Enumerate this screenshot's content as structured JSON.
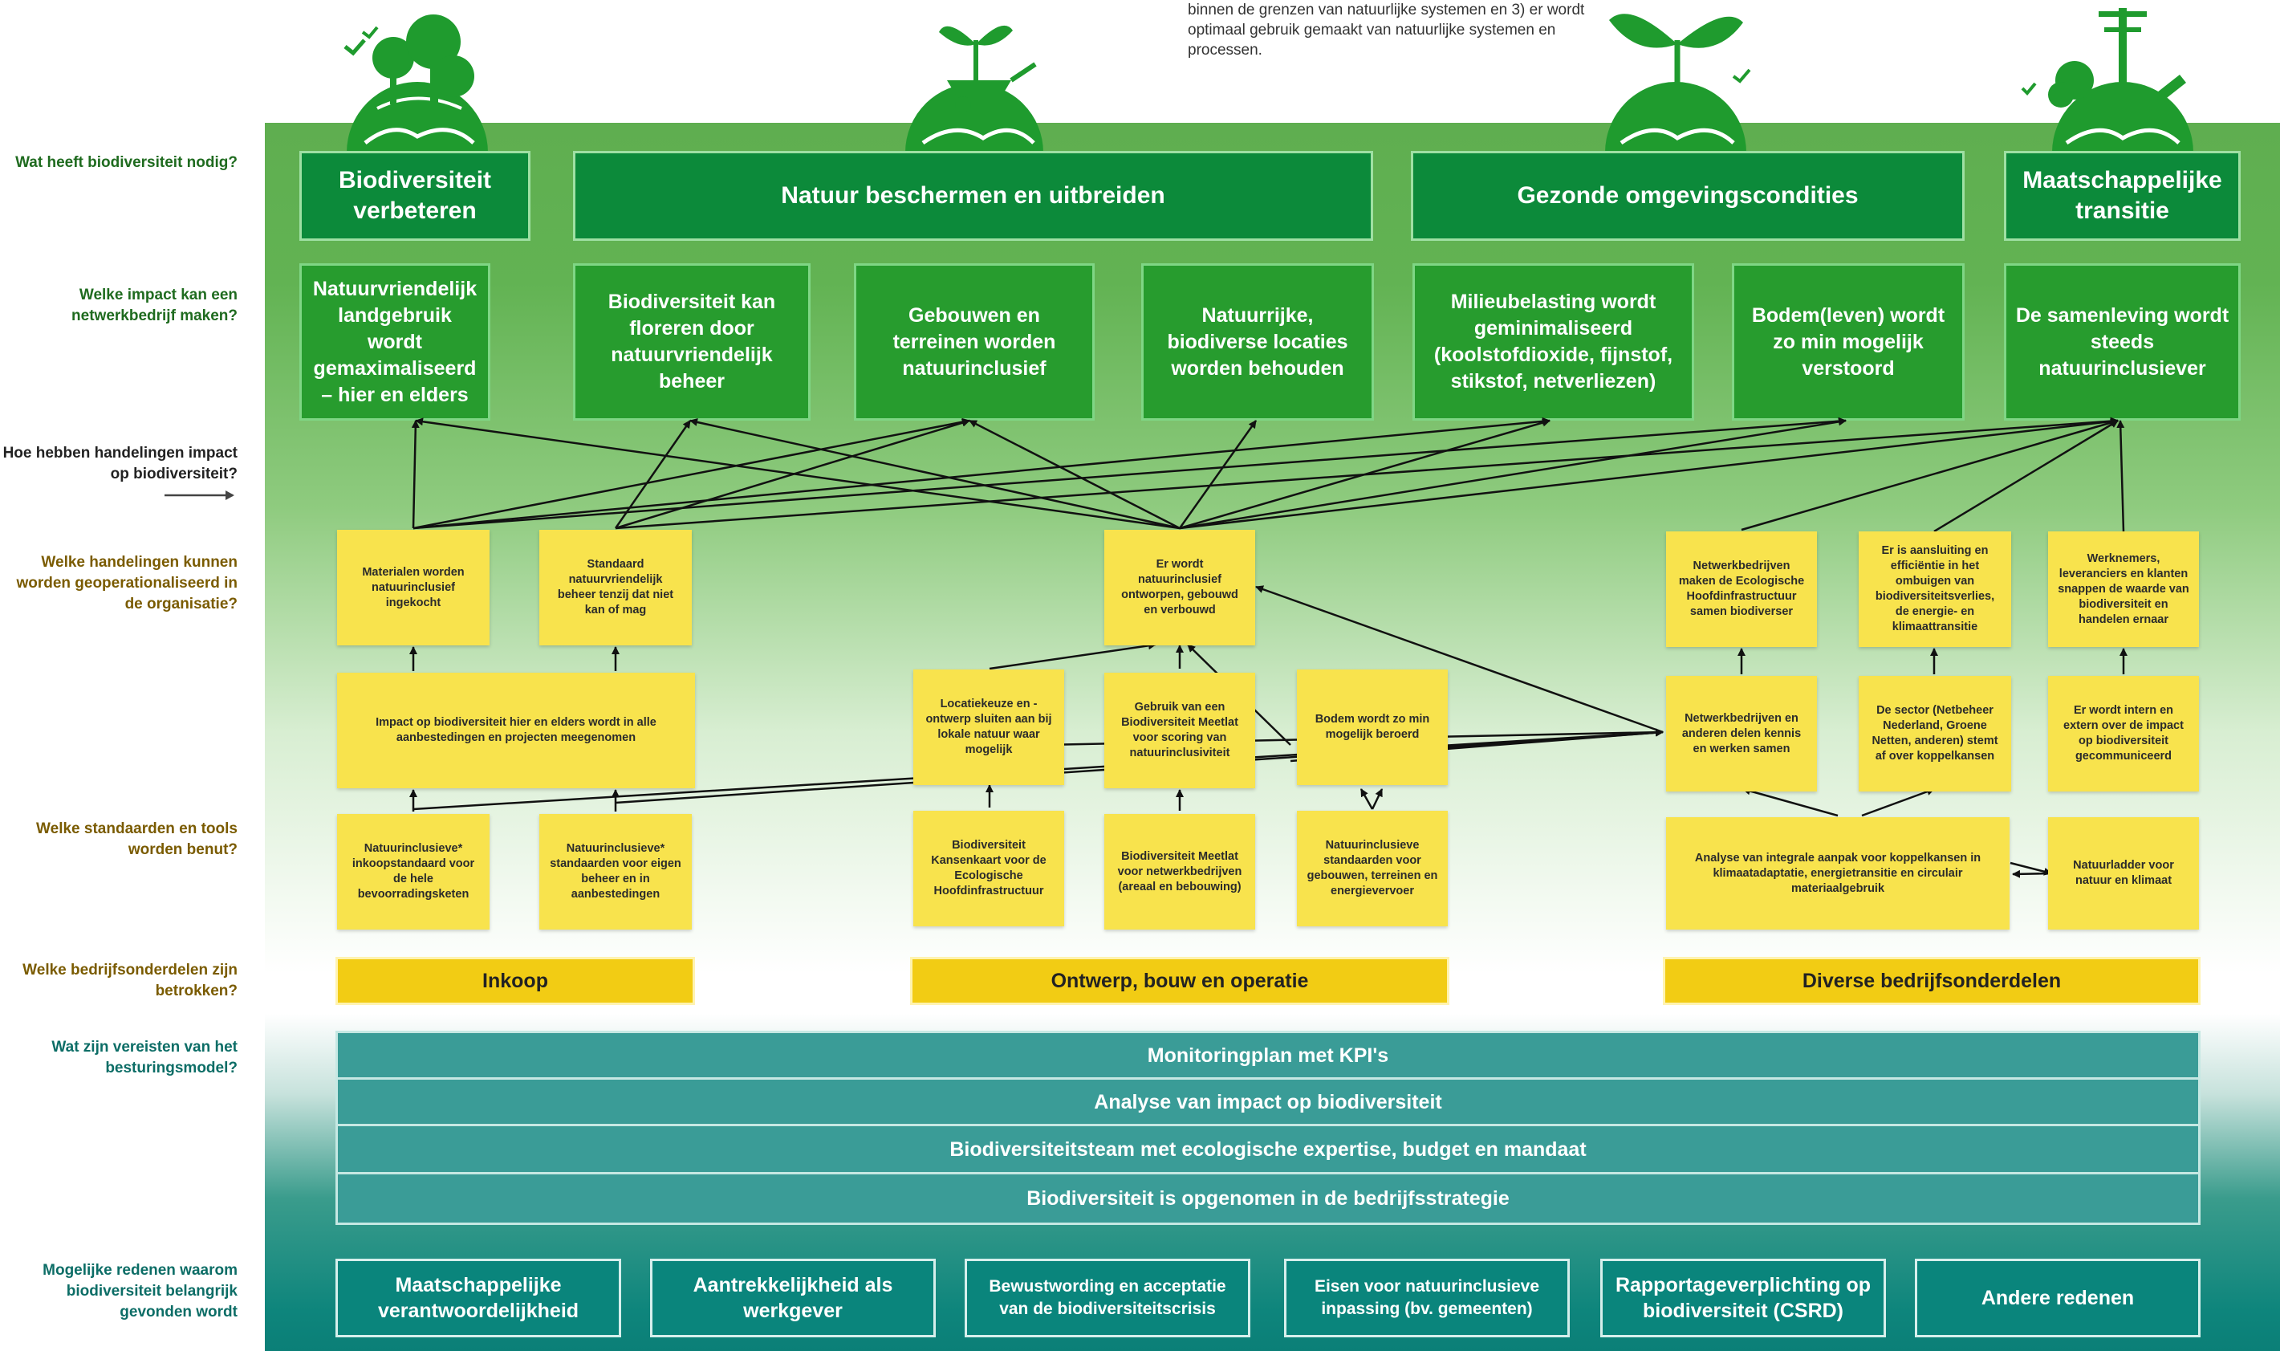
{
  "top_note": "binnen de grenzen van natuurlijke systemen en 3) er wordt optimaal gebruik gemaakt van natuurlijke systemen en processen.",
  "questions": {
    "q1": "Wat heeft biodiversiteit nodig?",
    "q2": "Welke impact kan een netwerkbedrijf maken?",
    "q3": "Hoe hebben handelingen impact op biodiversiteit?",
    "q4": "Welke handelingen kunnen worden geoperationaliseerd in de organisatie?",
    "q5": "Welke standaarden en tools worden benut?",
    "q6": "Welke bedrijfsonderdelen zijn betrokken?",
    "q7": "Wat zijn vereisten van het besturingsmodel?",
    "q8": "Mogelijke redenen waarom biodiversiteit belangrijk gevonden wordt"
  },
  "needs": [
    "Biodiversiteit verbeteren",
    "Natuur beschermen en uitbreiden",
    "Gezonde omgevingscondities",
    "Maatschappelijke transitie"
  ],
  "impacts": [
    "Natuurvriendelijk landgebruik wordt gemaximaliseerd – hier en elders",
    "Biodiversiteit kan floreren door natuurvriendelijk beheer",
    "Gebouwen en terreinen worden natuurinclusief",
    "Natuurrijke, biodiverse locaties worden behouden",
    "Milieubelasting wordt geminimaliseerd (koolstofdioxide, fijnstof, stikstof, netverliezen)",
    "Bodem(leven) wordt zo min mogelijk verstoord",
    "De samenleving wordt steeds natuurinclusiever"
  ],
  "actions_top": [
    "Materialen worden natuurinclusief ingekocht",
    "Standaard natuurvriendelijk beheer tenzij dat niet kan of mag",
    "Er wordt natuurinclusief ontworpen, gebouwd en verbouwd",
    "Netwerkbedrijven maken de Ecologische Hoofdinfrastructuur samen biodiverser",
    "Er is aansluiting en efficiëntie in het ombuigen van biodiversiteitsverlies, de energie- en klimaattransitie",
    "Werknemers, leveranciers en klanten snappen de waarde van biodiversiteit en handelen ernaar"
  ],
  "actions_mid": [
    "Impact op biodiversiteit hier en elders wordt in alle aanbestedingen en projecten meegenomen",
    "Locatiekeuze en -ontwerp sluiten aan bij lokale natuur waar mogelijk",
    "Gebruik van een Biodiversiteit Meetlat voor scoring van natuurinclusiviteit",
    "Bodem wordt zo min mogelijk beroerd",
    "Netwerkbedrijven en anderen delen kennis en werken samen",
    "De sector (Netbeheer Nederland, Groene Netten, anderen) stemt af over koppelkansen",
    "Er wordt intern en extern over de impact op biodiversiteit gecommuniceerd"
  ],
  "tools": [
    "Natuurinclusieve* inkoopstandaard voor de hele bevoorradingsketen",
    "Natuurinclusieve* standaarden voor eigen beheer en in aanbestedingen",
    "Biodiversiteit Kansenkaart voor de Ecologische Hoofdinfrastructuur",
    "Biodiversiteit Meetlat voor netwerkbedrijven (areaal en bebouwing)",
    "Natuurinclusieve standaarden voor gebouwen, terreinen en energievervoer",
    "Analyse van integrale aanpak voor koppelkansen in klimaatadaptatie, energietransitie en circulair materiaalgebruik",
    "Natuurladder voor natuur en klimaat"
  ],
  "departments": [
    "Inkoop",
    "Ontwerp, bouw en operatie",
    "Diverse bedrijfsonderdelen"
  ],
  "governance": [
    "Monitoringplan met KPI's",
    "Analyse van impact op biodiversiteit",
    "Biodiversiteitsteam met ecologische expertise, budget en mandaat",
    "Biodiversiteit is opgenomen in de bedrijfsstrategie"
  ],
  "reasons": [
    "Maatschappelijke verantwoordelijkheid",
    "Aantrekkelijkheid als werkgever",
    "Bewustwording en acceptatie van de biodiversiteitscrisis",
    "Eisen voor natuurinclusieve inpassing (bv. gemeenten)",
    "Rapportageverplichting op biodiversiteit (CSRD)",
    "Andere redenen"
  ],
  "colors": {
    "need_green": "#0c8a3a",
    "impact_green": "#279c2e",
    "sticky_yellow": "#f8e34d",
    "department_yellow": "#f2cc14",
    "governance_teal": "#3a9c97",
    "reason_teal": "#0a857c"
  }
}
